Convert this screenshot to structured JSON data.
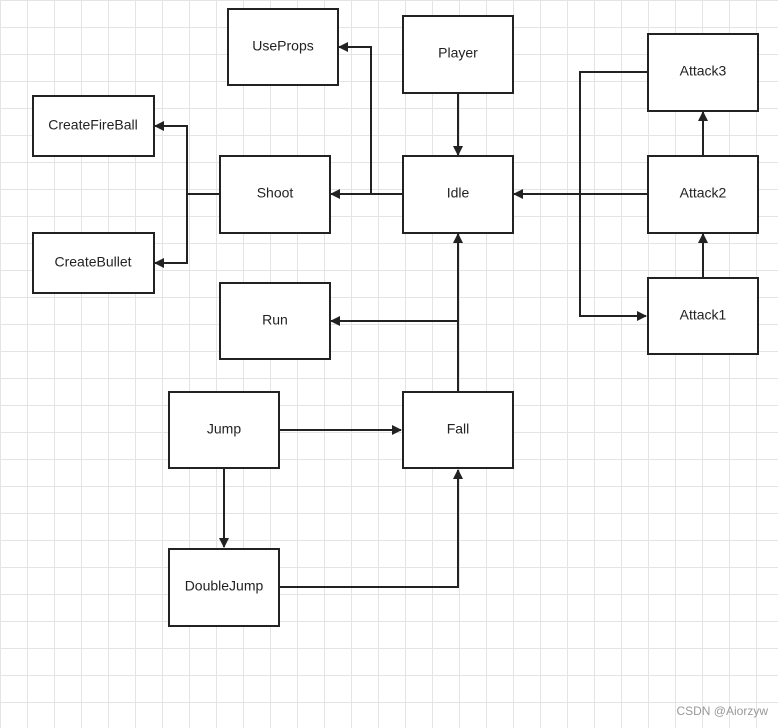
{
  "nodes": {
    "player": "Player",
    "useprops": "UseProps",
    "create_fireball": "CreateFireBall",
    "create_bullet": "CreateBullet",
    "shoot": "Shoot",
    "idle": "Idle",
    "run": "Run",
    "jump": "Jump",
    "fall": "Fall",
    "double_jump": "DoubleJump",
    "attack1": "Attack1",
    "attack2": "Attack2",
    "attack3": "Attack3"
  },
  "watermark": "CSDN @Aiorzyw",
  "colors": {
    "stroke": "#222222",
    "background": "#ffffff",
    "grid": "#e4e4e4",
    "watermark": "#999999"
  }
}
